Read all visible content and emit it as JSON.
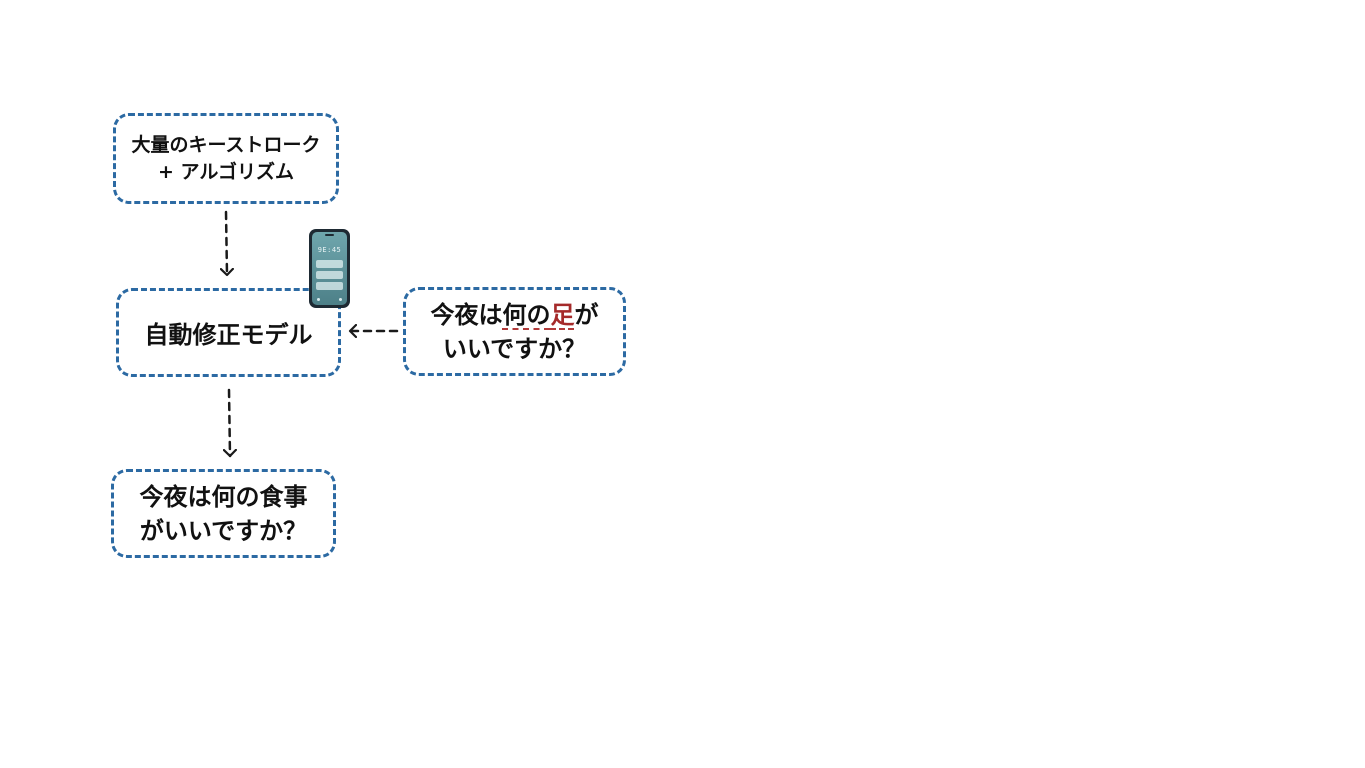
{
  "diagram": {
    "input_box": {
      "line1": "大量のキーストローク",
      "line2": "+ アルゴリズム"
    },
    "model_box": {
      "label": "自動修正モデル"
    },
    "typo_box": {
      "line1_before": "今夜は",
      "line1_underlined": "何の",
      "line1_typo": "足",
      "line1_after": "が",
      "line2": "いいですか？",
      "typo_color": "#a52a2a"
    },
    "output_box": {
      "line1": "今夜は何の食事",
      "line2": "がいいですか？"
    },
    "phone": {
      "icon": "smartphone-icon",
      "time": "9E:45"
    },
    "colors": {
      "box_border": "#2c6aa3",
      "arrow": "#1a1a1a"
    }
  }
}
